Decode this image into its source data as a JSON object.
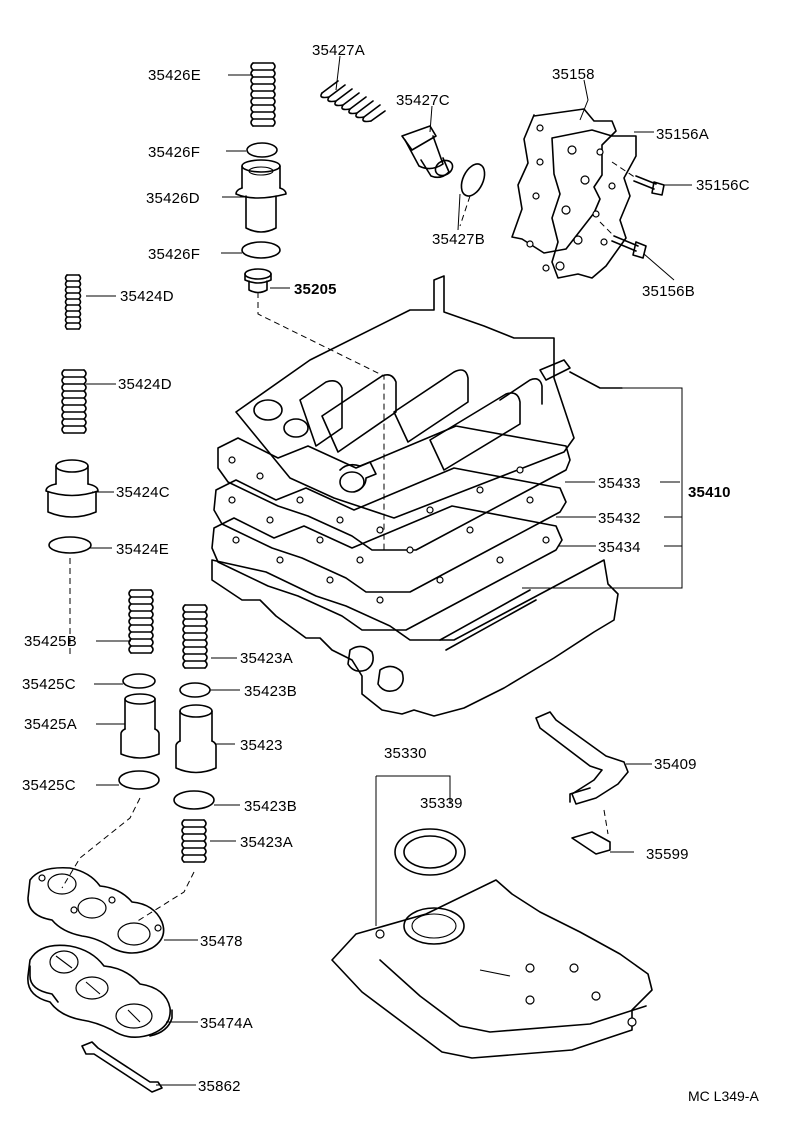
{
  "diagram_code": "MC L349-A",
  "labels": {
    "p35426E": "35426E",
    "p35426F_top": "35426F",
    "p35426D": "35426D",
    "p35426F_bot": "35426F",
    "p35205": "35205",
    "p35427A": "35427A",
    "p35427C": "35427C",
    "p35427B": "35427B",
    "p35158": "35158",
    "p35156A": "35156A",
    "p35156C": "35156C",
    "p35156B": "35156B",
    "p35424D_top": "35424D",
    "p35424D_bot": "35424D",
    "p35424C": "35424C",
    "p35424E": "35424E",
    "p35433": "35433",
    "p35410": "35410",
    "p35432": "35432",
    "p35434": "35434",
    "p35425B": "35425B",
    "p35423A_top": "35423A",
    "p35425C_top": "35425C",
    "p35423B_top": "35423B",
    "p35425A": "35425A",
    "p35423": "35423",
    "p35425C_bot": "35425C",
    "p35423B_bot": "35423B",
    "p35423A_bot": "35423A",
    "p35478": "35478",
    "p35474A": "35474A",
    "p35862": "35862",
    "p35330": "35330",
    "p35339": "35339",
    "p35409": "35409",
    "p35599": "35599"
  }
}
